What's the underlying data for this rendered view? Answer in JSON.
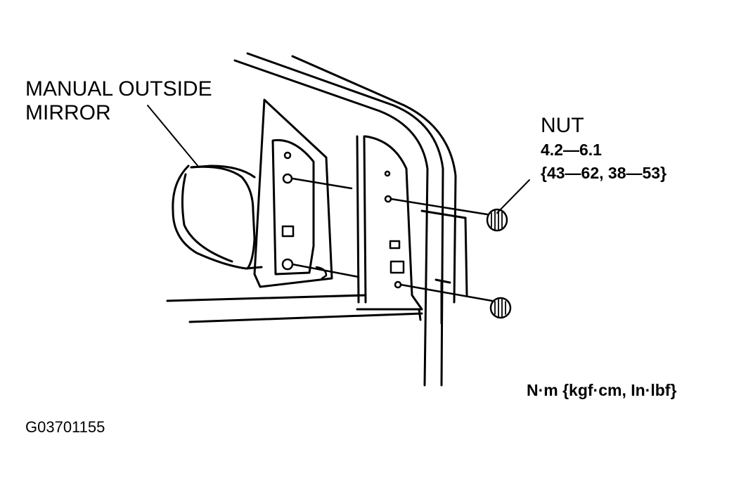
{
  "mirror_label": {
    "line1": "MANUAL OUTSIDE",
    "line2": "MIRROR"
  },
  "nut_label": {
    "name": "NUT",
    "torque_nm": "4.2—6.1",
    "torque_other": "{43—62, 38—53}"
  },
  "units_label": "N·m {kgf·cm, In·lbf}",
  "figure_id": "G03701155",
  "colors": {
    "ink": "#000000",
    "background": "#ffffff"
  }
}
